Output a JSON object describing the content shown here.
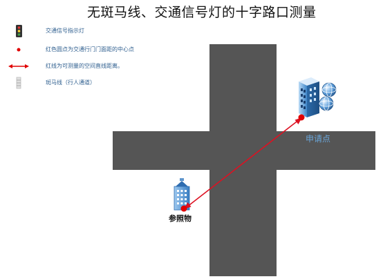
{
  "title": "无斑马线、交通信号灯的十字路口测量",
  "legend": [
    {
      "icon": "traffic-light-icon",
      "text": "交通信号指示灯"
    },
    {
      "icon": "red-dot-icon",
      "text": "红色圆点为交通行门门面距的中心点"
    },
    {
      "icon": "double-arrow-icon",
      "text": "红线为可测量的空间直线距离。"
    },
    {
      "icon": "zebra-crossing-icon",
      "text": "斑马线（行人通道）"
    }
  ],
  "labels": {
    "applicant": "申请点",
    "reference": "参照物"
  },
  "colors": {
    "road": "#555555",
    "measure_line": "#dd1122",
    "legend_text": "#2f5f8f",
    "applicant_label": "#4a90c8"
  }
}
